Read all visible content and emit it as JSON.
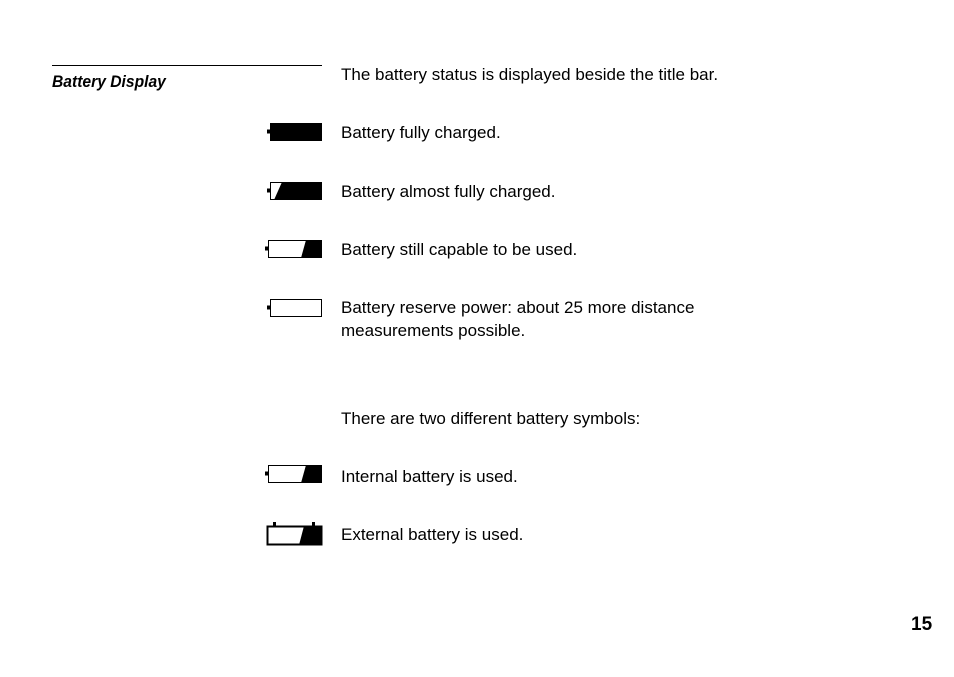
{
  "section": {
    "title": "Battery Display",
    "intro": "The battery status is displayed beside the title bar."
  },
  "battery_states": [
    {
      "icon": "battery-full-icon",
      "level": 1.0,
      "text": "Battery fully charged."
    },
    {
      "icon": "battery-almost-full-icon",
      "level": 0.9,
      "text": "Battery almost fully charged."
    },
    {
      "icon": "battery-half-icon",
      "level": 0.4,
      "text": "Battery still capable to be used."
    },
    {
      "icon": "battery-empty-icon",
      "level": 0.0,
      "text_line1": "Battery reserve power: about 25 more distance",
      "text_line2": "measurements possible."
    }
  ],
  "symbols": {
    "intro": "There are two different battery symbols:",
    "internal": {
      "icon": "internal-battery-icon",
      "text": "Internal battery is used."
    },
    "external": {
      "icon": "external-battery-icon",
      "text": "External battery is used."
    }
  },
  "page_number": "15"
}
